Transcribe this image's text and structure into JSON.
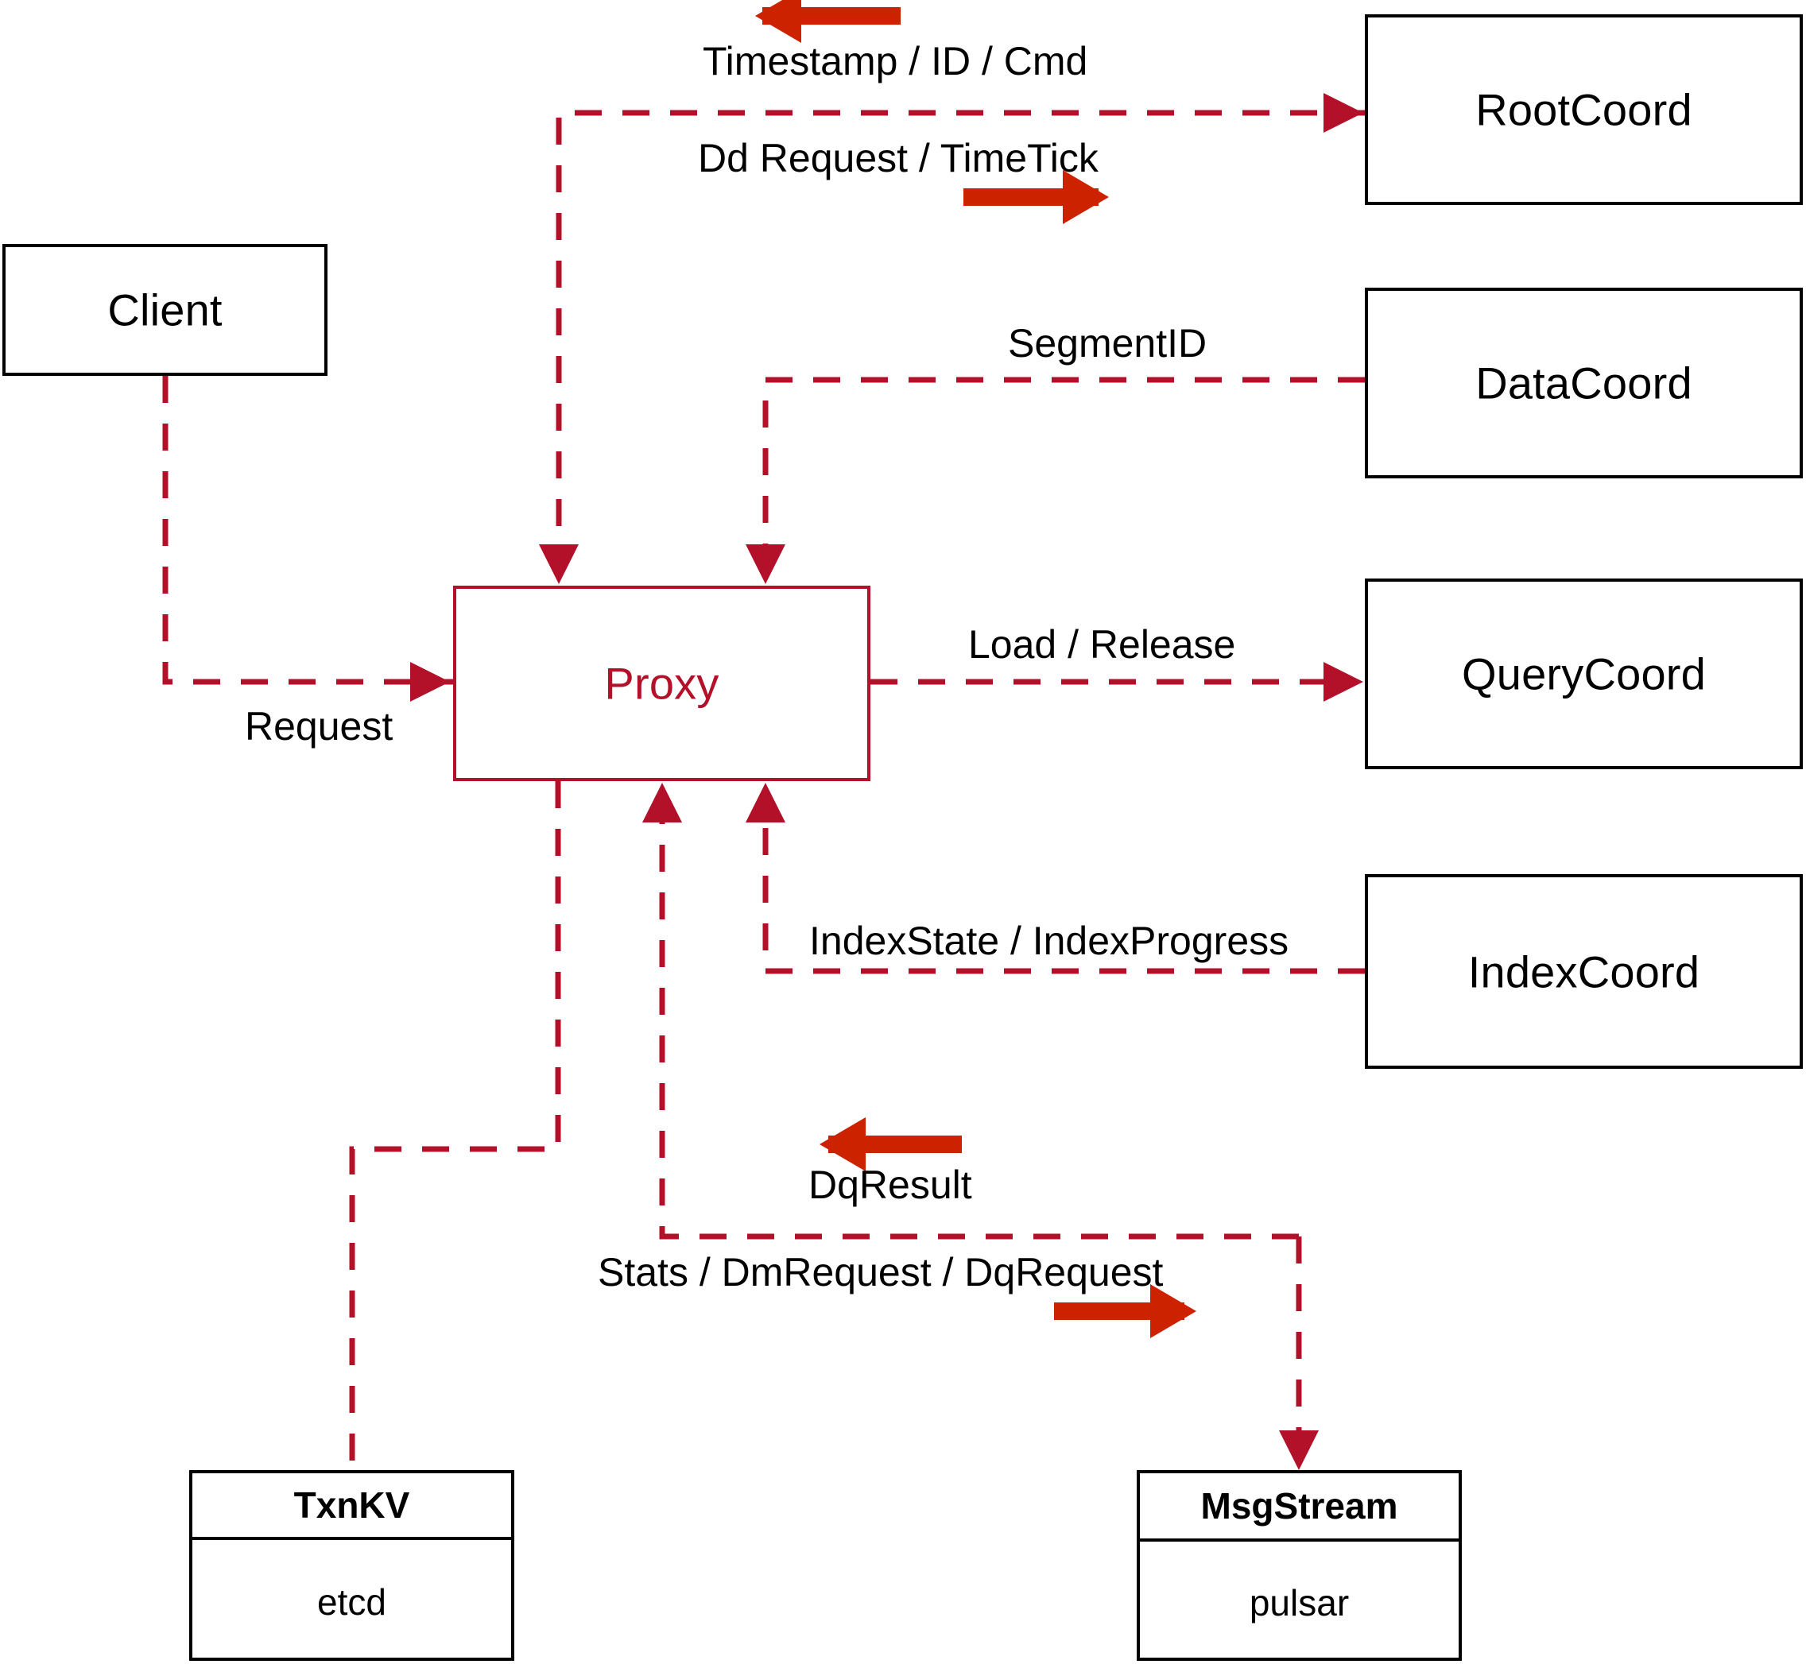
{
  "diagram": {
    "title": "Milvus Proxy interaction diagram",
    "colors": {
      "accent": "#B3102A",
      "arrow_solid": "#CC2200",
      "node_border": "#000000",
      "background": "#FFFFFF"
    }
  },
  "nodes": {
    "client": {
      "label": "Client"
    },
    "proxy": {
      "label": "Proxy"
    },
    "root_coord": {
      "label": "RootCoord"
    },
    "data_coord": {
      "label": "DataCoord"
    },
    "query_coord": {
      "label": "QueryCoord"
    },
    "index_coord": {
      "label": "IndexCoord"
    },
    "txn_kv": {
      "header": "TxnKV",
      "body": "etcd"
    },
    "msg_stream": {
      "header": "MsgStream",
      "body": "pulsar"
    }
  },
  "edges": [
    {
      "id": "client-request",
      "label": "Request",
      "from": "client",
      "to": "proxy",
      "style": "dashed",
      "direction": "to-proxy"
    },
    {
      "id": "rootcoord-in",
      "label": "Timestamp / ID / Cmd",
      "from": "root_coord",
      "to": "proxy",
      "style": "dashed",
      "direction": "to-proxy"
    },
    {
      "id": "rootcoord-out",
      "label": "Dd Request / TimeTick",
      "from": "proxy",
      "to": "root_coord",
      "style": "dashed",
      "direction": "from-proxy"
    },
    {
      "id": "datacoord-segmentid",
      "label": "SegmentID",
      "from": "data_coord",
      "to": "proxy",
      "style": "dashed",
      "direction": "to-proxy"
    },
    {
      "id": "querycoord-load",
      "label": "Load / Release",
      "from": "proxy",
      "to": "query_coord",
      "style": "dashed",
      "direction": "from-proxy"
    },
    {
      "id": "indexcoord-state",
      "label": "IndexState / IndexProgress",
      "from": "index_coord",
      "to": "proxy",
      "style": "dashed",
      "direction": "to-proxy"
    },
    {
      "id": "msgstream-result",
      "label": "DqResult",
      "from": "msg_stream",
      "to": "proxy",
      "style": "dashed",
      "direction": "to-proxy"
    },
    {
      "id": "msgstream-request",
      "label": "Stats / DmRequest / DqRequest",
      "from": "proxy",
      "to": "msg_stream",
      "style": "dashed",
      "direction": "from-proxy"
    },
    {
      "id": "txnkv-link",
      "label": "",
      "from": "proxy",
      "to": "txn_kv",
      "style": "dashed",
      "direction": "none"
    }
  ],
  "legend_arrows": [
    {
      "id": "arrow-timestamp",
      "points": "left",
      "pairs_with": "rootcoord-in"
    },
    {
      "id": "arrow-ddrequest",
      "points": "right",
      "pairs_with": "rootcoord-out"
    },
    {
      "id": "arrow-dqresult",
      "points": "left",
      "pairs_with": "msgstream-result"
    },
    {
      "id": "arrow-dqrequest",
      "points": "right",
      "pairs_with": "msgstream-request"
    }
  ]
}
